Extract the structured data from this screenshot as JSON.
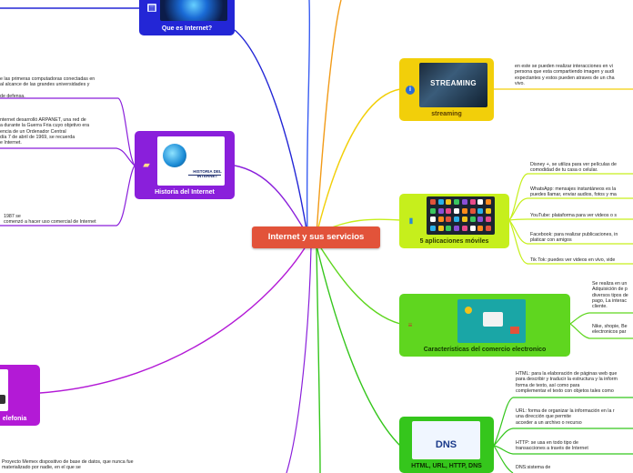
{
  "central": {
    "title": "Internet y sus servicios"
  },
  "nodes": {
    "que_es": {
      "label": "Que es Internet?",
      "color": "#2326d6"
    },
    "historia": {
      "label": "Historia del Internet",
      "color": "#8a1fdb",
      "pic_text": "HISTORIA DEL INTERNET"
    },
    "telefonia": {
      "label": "elefonia",
      "color": "#b31ad6"
    },
    "streaming": {
      "label": "streaming",
      "color": "#f2cf0a",
      "pic_text": "STREAMING"
    },
    "apps": {
      "label": "5 aplicaciones móviles",
      "color": "#c6ef1c"
    },
    "comercio": {
      "label": "Características del comercio electronico",
      "color": "#5fd61f"
    },
    "html": {
      "label": "HTML, URL, HTTP, DNS",
      "color": "#35c61c",
      "pic_text": "DNS"
    }
  },
  "texts": {
    "historia_1": [
      "e las primeras computadoras conectadas en",
      "al alcance de las grandes universidades y",
      "",
      "de defensa."
    ],
    "historia_2": [
      "nternet desarrolló ARPANET, una red de",
      "a durante la Guerra Fria cuyo objetivo era",
      "encia de un Ordenador Central",
      " día 7 de abril de 1969, se recuerda",
      "e Internet."
    ],
    "historia_3": [
      "1987 se",
      "comenzó a hacer uso comercial de Internet"
    ],
    "telefonia_1": [
      "Proyecto Memex dispositivo de base de datos, que nunca fue",
      "materializado por nadie, en el que se"
    ],
    "streaming_1": [
      "en este se pueden realizar interacciones en vi",
      "persona que esta compartiendo imagen y audi",
      "expectantes y estos pueden atraves de un cha",
      "vivo."
    ],
    "apps_1": [
      "Disney +, se utiliza para ver películas de",
      "comodidad de tu casa o celular."
    ],
    "apps_2": [
      "WhatsApp: mensajes instantáneos es la",
      "puedes llamar, enviar audios, fotos y ma"
    ],
    "apps_3": [
      "YouTube: plataforma para ver videos o s"
    ],
    "apps_4": [
      "Facebook: para realizar publicaciones, in",
      "platicar con amigos"
    ],
    "apps_5": [
      "Tik Tok: puedes ver videos en vivo, vide"
    ],
    "comercio_1": [
      "Se realiza en un",
      "Adquisición de p",
      "diversos tipos de",
      "pago, La interac",
      "cliente."
    ],
    "comercio_2": [
      "Nike, shopie, Be",
      "electronicos par"
    ],
    "html_1": [
      " HTML: para la elaboración de páginas web que",
      "para describir y traducir la estructura y la inform",
      "forma de texto, así como para",
      "complementar el texto con objetos tales como"
    ],
    "html_2": [
      "URL: forma de organizar la información en la r",
      "una dirección que permite",
      "acceder a un archivo o recurso"
    ],
    "html_3": [
      "HTTP: se usa en todo tipo de",
      "transacciones a través de Internet"
    ],
    "html_4": [
      "DNS:sistema de"
    ]
  },
  "icons": {
    "que_es": "document-icon",
    "historia": "folder-icon",
    "streaming": "info-icon",
    "apps": "tablet-icon",
    "comercio": "books-icon",
    "html": "globe-icon",
    "telefonia": "phone-icon"
  }
}
